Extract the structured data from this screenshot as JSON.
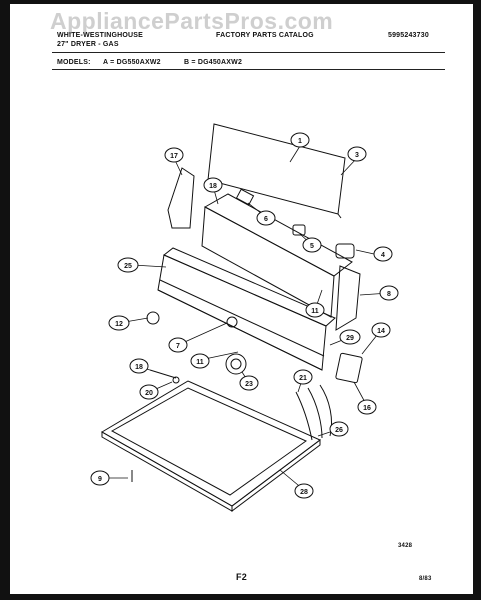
{
  "watermark": "AppliancePartsPros.com",
  "header": {
    "brand": "WHITE-WESTINGHOUSE",
    "product": "27\" DRYER - GAS",
    "catalog": "FACTORY PARTS CATALOG",
    "catalog_number": "5995243730",
    "models_label": "MODELS:",
    "model_a": "A = DG550AXW2",
    "model_b": "B = DG450AXW2"
  },
  "footer": {
    "figure_code": "3428",
    "page": "F2",
    "date": "8/83"
  },
  "callouts": [
    "1",
    "3",
    "17",
    "18",
    "6",
    "5",
    "4",
    "25",
    "8",
    "12",
    "11",
    "7",
    "29",
    "14",
    "11",
    "16",
    "18",
    "21",
    "20",
    "23",
    "26",
    "9",
    "28"
  ]
}
